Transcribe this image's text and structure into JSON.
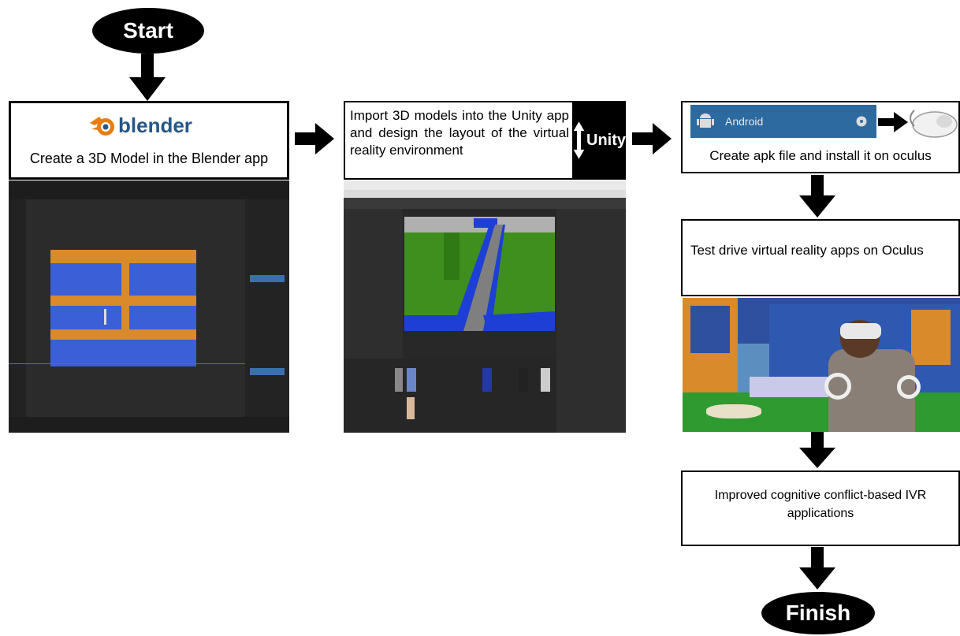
{
  "start": {
    "label": "Start"
  },
  "finish": {
    "label": "Finish"
  },
  "blender_box": {
    "logo_text": "blender",
    "caption": "Create a 3D Model in the Blender app"
  },
  "unity_box": {
    "text": "Import 3D models into the Unity app and design the layout of the virtual reality environment",
    "logo_text": "Unity"
  },
  "apk_box": {
    "banner_label": "Android",
    "caption": "Create apk file and install it on oculus"
  },
  "test_box": {
    "text": "Test drive virtual reality apps on Oculus"
  },
  "improved_box": {
    "text": "Improved cognitive conflict-based IVR applications"
  },
  "colors": {
    "blender_blue": "#3a5fd6",
    "blender_orange": "#d98a2b",
    "unity_green": "#3f8f1e",
    "android_bar": "#2d6a9f"
  }
}
